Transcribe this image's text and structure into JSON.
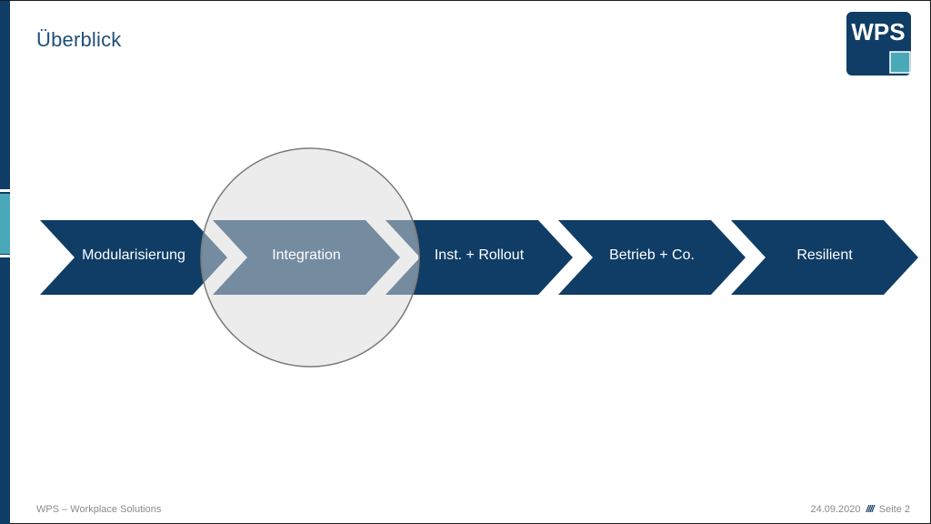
{
  "slide": {
    "title": "Überblick"
  },
  "logo": {
    "text": "WPS",
    "colors": {
      "box": "#0f3d66",
      "accent": "#4aa9b8"
    }
  },
  "process": {
    "steps": [
      {
        "label": "Modularisierung"
      },
      {
        "label": "Integration"
      },
      {
        "label": "Inst. + Rollout"
      },
      {
        "label": "Betrieb + Co."
      },
      {
        "label": "Resilient"
      }
    ],
    "highlighted_step": "Integration",
    "colors": {
      "arrow": "#0f3d66",
      "highlight_fill": "#e6e6e6",
      "highlight_stroke": "#7a7a7a"
    }
  },
  "footer": {
    "company": "WPS – Workplace Solutions",
    "date": "24.09.2020",
    "separator": "////",
    "page": "Seite 2"
  }
}
